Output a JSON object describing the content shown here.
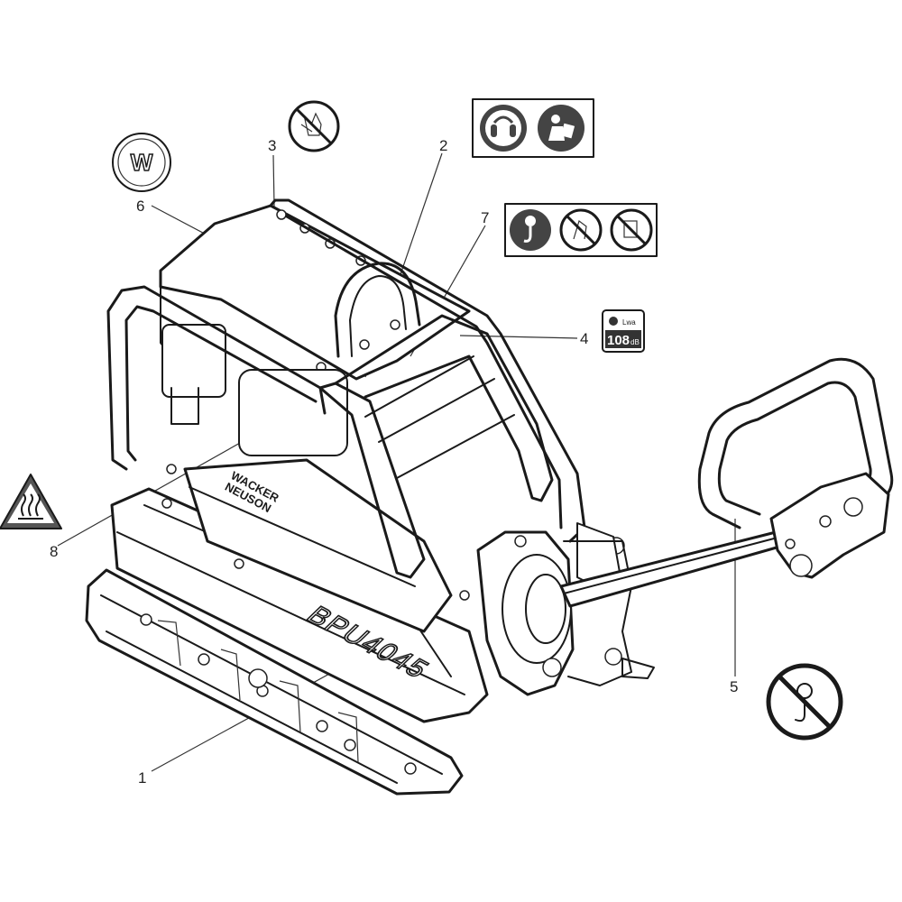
{
  "callouts": [
    {
      "id": "1",
      "label": "1"
    },
    {
      "id": "2",
      "label": "2"
    },
    {
      "id": "3",
      "label": "3"
    },
    {
      "id": "4",
      "label": "4"
    },
    {
      "id": "5",
      "label": "5"
    },
    {
      "id": "6",
      "label": "6"
    },
    {
      "id": "7",
      "label": "7"
    },
    {
      "id": "8",
      "label": "8"
    }
  ],
  "machine": {
    "brand_line1": "WACKER",
    "brand_line2": "NEUSON",
    "model": "BPU4045"
  },
  "decals": {
    "noise_level": "108",
    "noise_unit": "dB",
    "noise_symbol": "Lwa",
    "logo_letter": "W"
  },
  "icons": [
    "no-fire-icon",
    "ear-protection-icon",
    "read-manual-icon",
    "lift-point-icon",
    "no-step-icon",
    "no-stand-icon",
    "sound-power-icon",
    "no-lift-handle-icon",
    "hot-surface-icon",
    "brand-logo-icon"
  ],
  "colors": {
    "line": "#1a1a1a",
    "background": "#ffffff"
  }
}
